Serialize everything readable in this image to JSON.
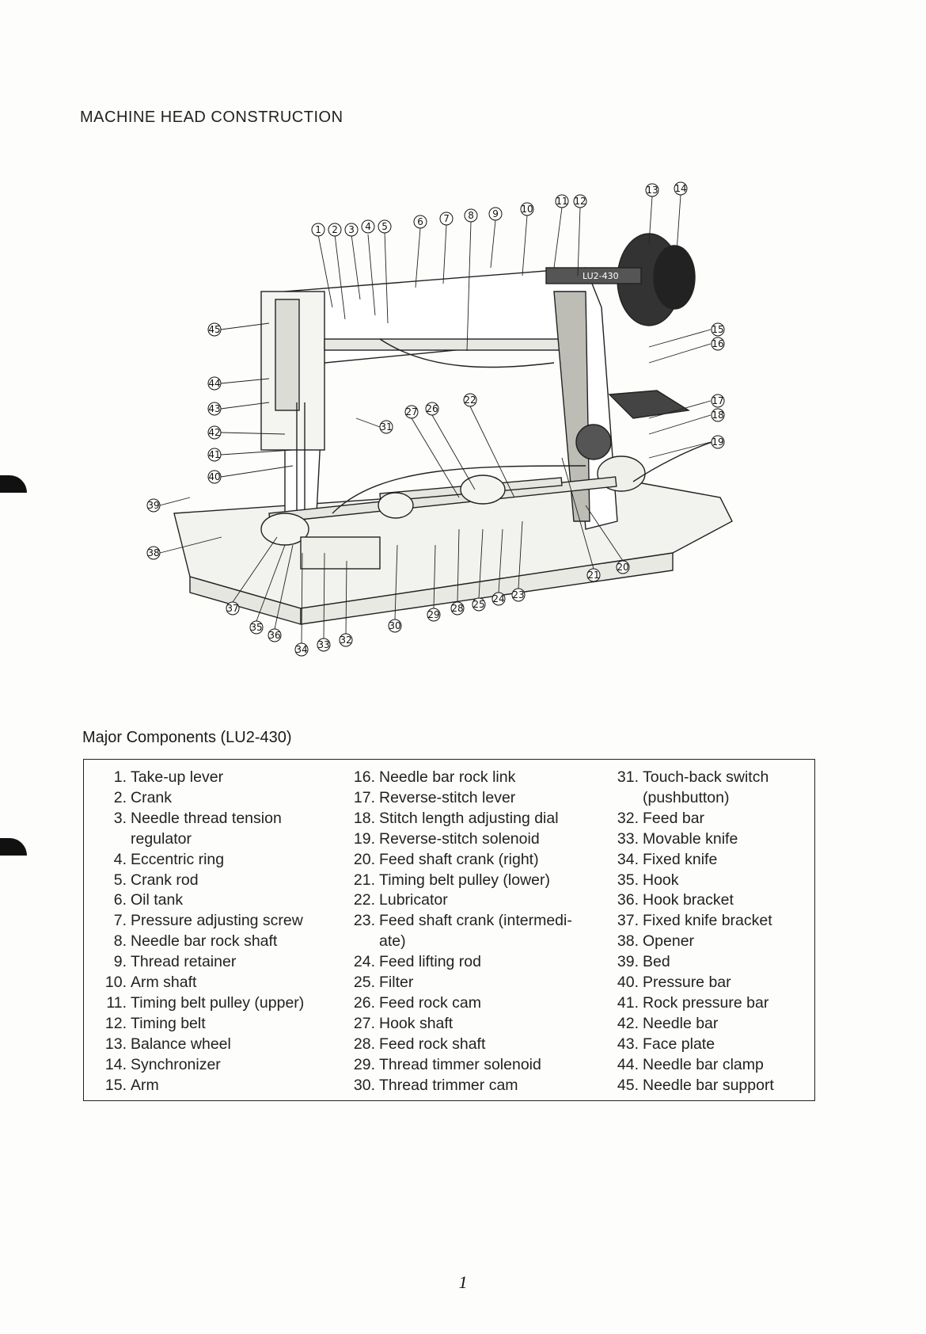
{
  "page": {
    "title": "MACHINE HEAD CONSTRUCTION",
    "components_title": "Major Components (LU2-430)",
    "page_number": "1",
    "machine_label": "LU2-430"
  },
  "figure": {
    "callouts": [
      "1",
      "2",
      "3",
      "4",
      "5",
      "6",
      "7",
      "8",
      "9",
      "10",
      "11",
      "12",
      "13",
      "14",
      "15",
      "16",
      "17",
      "18",
      "19",
      "20",
      "21",
      "22",
      "23",
      "24",
      "25",
      "26",
      "27",
      "28",
      "29",
      "30",
      "31",
      "32",
      "33",
      "34",
      "35",
      "36",
      "37",
      "38",
      "39",
      "40",
      "41",
      "42",
      "43",
      "44",
      "45"
    ]
  },
  "components": {
    "columns": [
      [
        {
          "num": "1.",
          "label": "Take-up lever"
        },
        {
          "num": "2.",
          "label": "Crank"
        },
        {
          "num": "3.",
          "label": "Needle thread tension"
        },
        {
          "num": "",
          "label": "regulator"
        },
        {
          "num": "4.",
          "label": "Eccentric ring"
        },
        {
          "num": "5.",
          "label": "Crank rod"
        },
        {
          "num": "6.",
          "label": "Oil tank"
        },
        {
          "num": "7.",
          "label": "Pressure adjusting screw"
        },
        {
          "num": "8.",
          "label": "Needle bar rock shaft"
        },
        {
          "num": "9.",
          "label": "Thread retainer"
        },
        {
          "num": "10.",
          "label": "Arm shaft"
        },
        {
          "num": "11.",
          "label": "Timing belt pulley (upper)"
        },
        {
          "num": "12.",
          "label": "Timing belt"
        },
        {
          "num": "13.",
          "label": "Balance wheel"
        },
        {
          "num": "14.",
          "label": "Synchronizer"
        },
        {
          "num": "15.",
          "label": "Arm"
        }
      ],
      [
        {
          "num": "16.",
          "label": "Needle bar rock link"
        },
        {
          "num": "17.",
          "label": "Reverse-stitch lever"
        },
        {
          "num": "18.",
          "label": "Stitch length adjusting dial"
        },
        {
          "num": "19.",
          "label": "Reverse-stitch solenoid"
        },
        {
          "num": "20.",
          "label": "Feed shaft crank (right)"
        },
        {
          "num": "21.",
          "label": "Timing belt pulley (lower)"
        },
        {
          "num": "22.",
          "label": "Lubricator"
        },
        {
          "num": "23.",
          "label": "Feed shaft crank (intermedi-"
        },
        {
          "num": "",
          "label": "ate)"
        },
        {
          "num": "24.",
          "label": "Feed lifting rod"
        },
        {
          "num": "25.",
          "label": "Filter"
        },
        {
          "num": "26.",
          "label": "Feed rock cam"
        },
        {
          "num": "27.",
          "label": "Hook shaft"
        },
        {
          "num": "28.",
          "label": "Feed rock shaft"
        },
        {
          "num": "29.",
          "label": "Thread timmer solenoid"
        },
        {
          "num": "30.",
          "label": "Thread trimmer cam"
        }
      ],
      [
        {
          "num": "31.",
          "label": "Touch-back switch"
        },
        {
          "num": "",
          "label": "(pushbutton)"
        },
        {
          "num": "32.",
          "label": "Feed bar"
        },
        {
          "num": "33.",
          "label": "Movable knife"
        },
        {
          "num": "34.",
          "label": "Fixed knife"
        },
        {
          "num": "35.",
          "label": "Hook"
        },
        {
          "num": "36.",
          "label": "Hook bracket"
        },
        {
          "num": "37.",
          "label": "Fixed knife bracket"
        },
        {
          "num": "38.",
          "label": "Opener"
        },
        {
          "num": "39.",
          "label": "Bed"
        },
        {
          "num": "40.",
          "label": "Pressure bar"
        },
        {
          "num": "41.",
          "label": "Rock pressure bar"
        },
        {
          "num": "42.",
          "label": "Needle bar"
        },
        {
          "num": "43.",
          "label": "Face plate"
        },
        {
          "num": "44.",
          "label": "Needle bar clamp"
        },
        {
          "num": "45.",
          "label": "Needle bar support"
        }
      ]
    ]
  }
}
